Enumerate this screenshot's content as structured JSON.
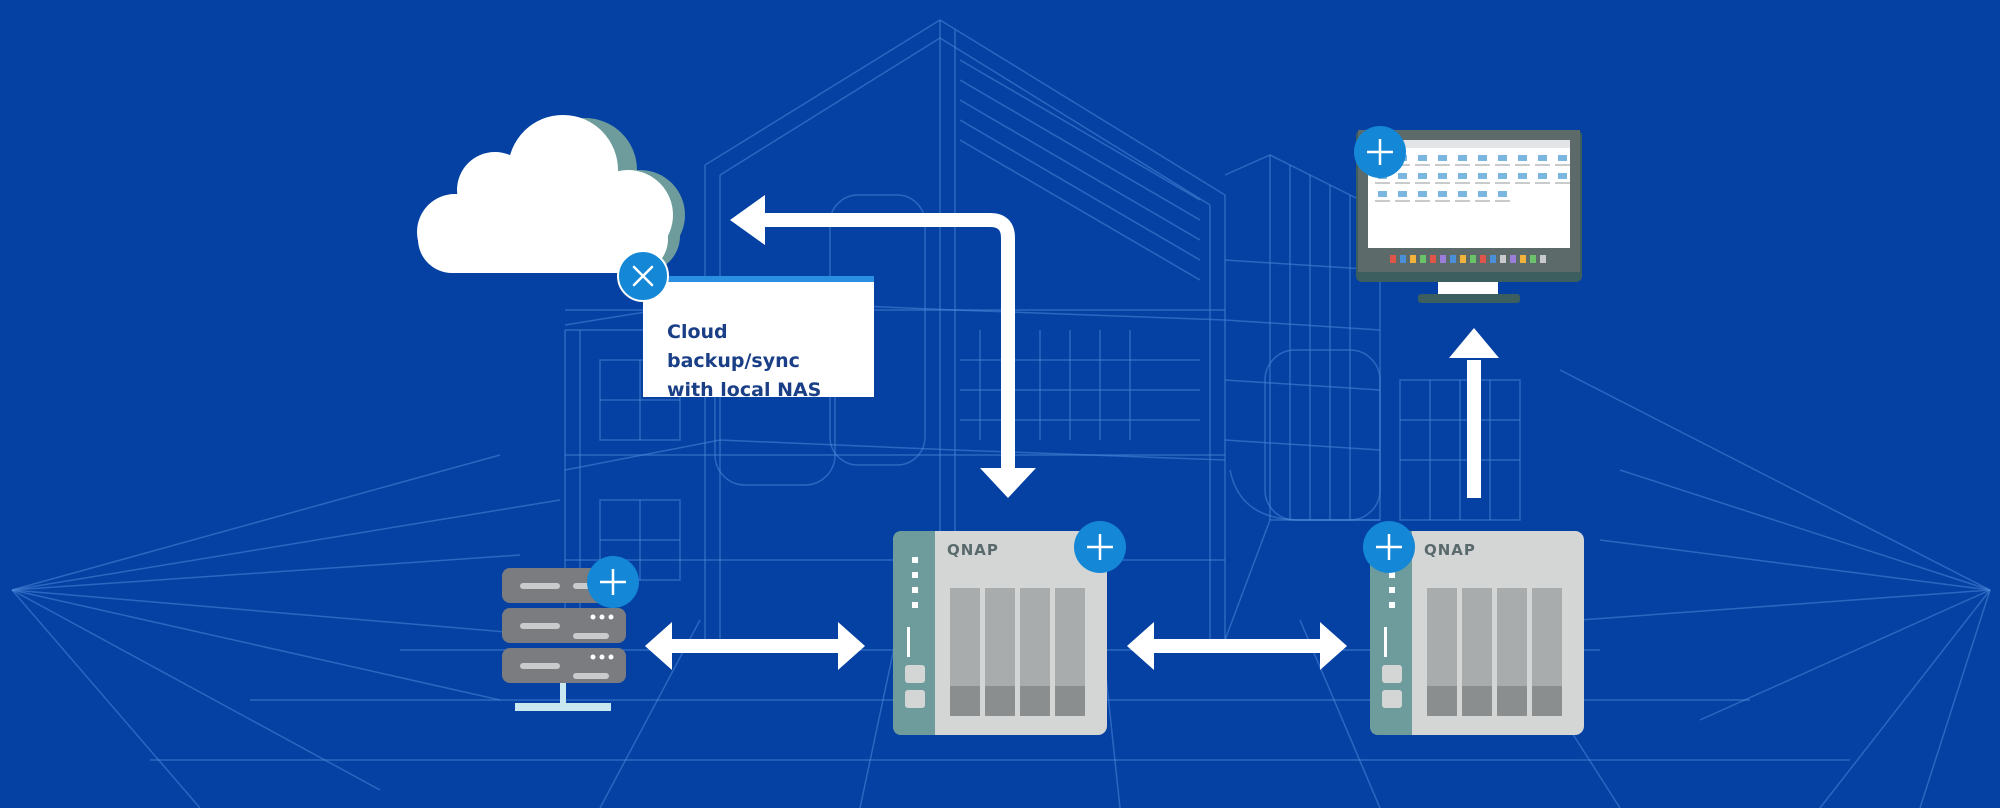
{
  "tooltip": {
    "line1": "Cloud backup/sync",
    "line2": "with local NAS"
  },
  "nas_left": {
    "brand": "QNAP"
  },
  "nas_right": {
    "brand": "QNAP"
  },
  "icons": {
    "cloud": "cloud-icon",
    "server": "server-rack-icon",
    "monitor": "desktop-monitor-icon",
    "close": "close-icon",
    "plus": "plus-icon"
  },
  "colors": {
    "background": "#0441a3",
    "button": "#1488d6",
    "arrow": "#ffffff",
    "nas_body": "#d4d6d6",
    "nas_side": "#6e9c9c",
    "tooltip_accent": "#2a8fe0",
    "tooltip_text": "#1a3f86"
  }
}
